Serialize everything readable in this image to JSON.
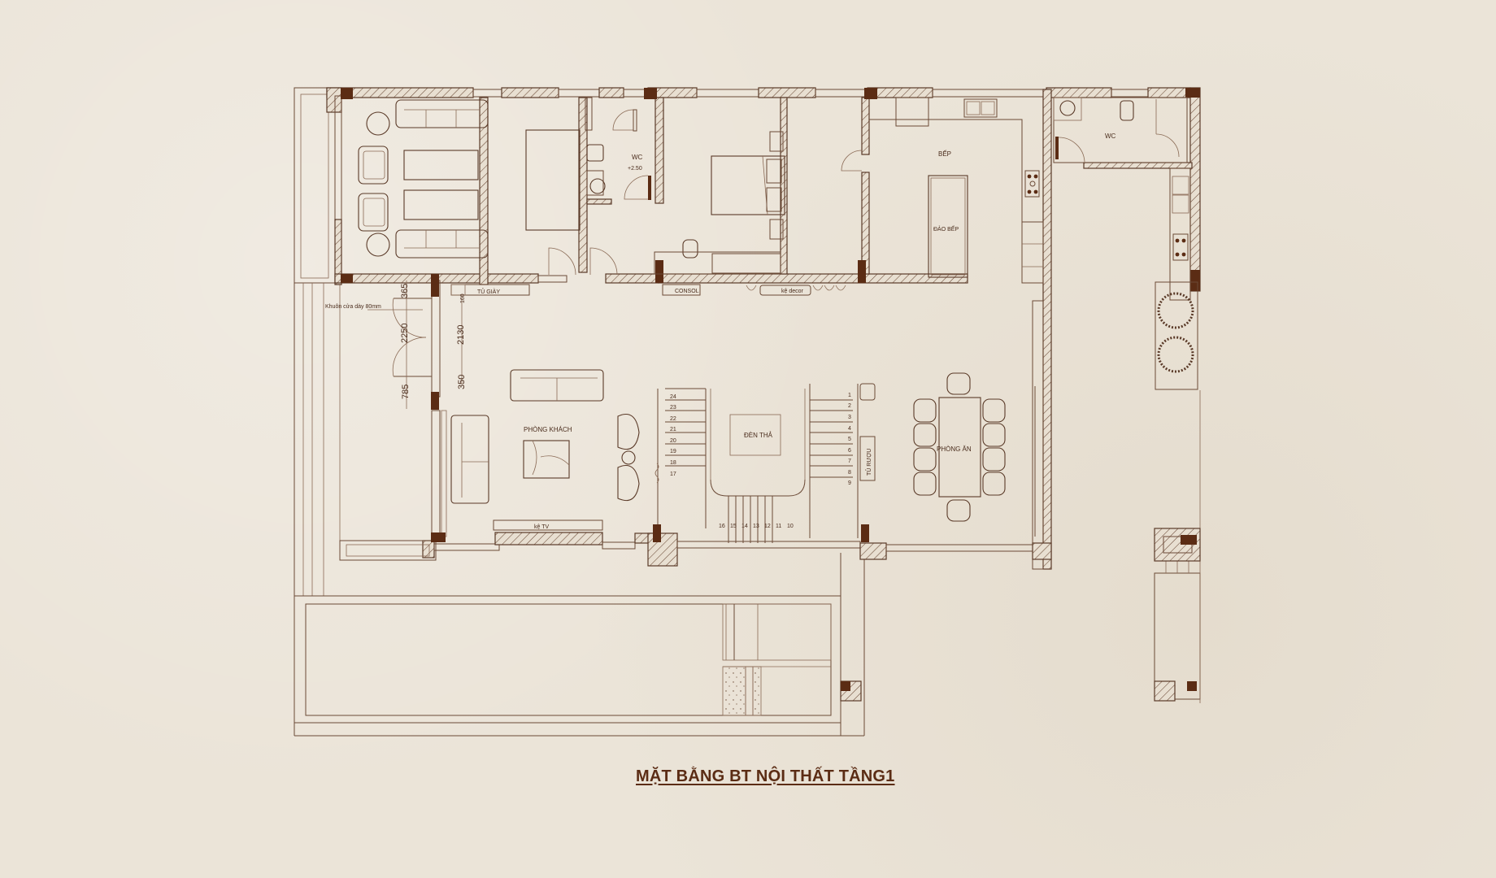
{
  "drawing": {
    "title": "MẶT BẰNG BT NỘI THẤT TẦNG1",
    "colors": {
      "paper": "#ebe4d8",
      "ink": "#5a3a28",
      "column": "#5b2c14",
      "title": "#5b2c14"
    }
  },
  "rooms": {
    "wc_1": "WC",
    "wc_1_level": "+2.50",
    "kitchen": "BẾP",
    "kitchen_island": "ĐẢO BẾP",
    "wc_2": "WC",
    "living_room": "PHÒNG KHÁCH",
    "stair_light": "ĐÈN THẢ",
    "dining_room": "PHÒNG ĂN"
  },
  "furniture_labels": {
    "shoe_cabinet": "TỦ GIÀY",
    "console": "CONSOL",
    "decor_shelf": "kệ decor",
    "tv_shelf": "kệ TV",
    "wine_cabinet": "TỦ RƯỢU"
  },
  "annotations": {
    "door_frame_note": "Khuôn cửa dày 80mm"
  },
  "dimensions": {
    "d365": "365",
    "d2250": "2250",
    "d785": "785",
    "d160": "160",
    "d2130": "2130",
    "d350": "350"
  },
  "stairs": {
    "steps_left": [
      "24",
      "23",
      "22",
      "21",
      "20",
      "19",
      "18",
      "17"
    ],
    "steps_right": [
      "1",
      "2",
      "3",
      "4",
      "5",
      "6",
      "7",
      "8",
      "9"
    ],
    "steps_bottom": [
      "16",
      "15",
      "14",
      "13",
      "12",
      "11",
      "10"
    ]
  }
}
